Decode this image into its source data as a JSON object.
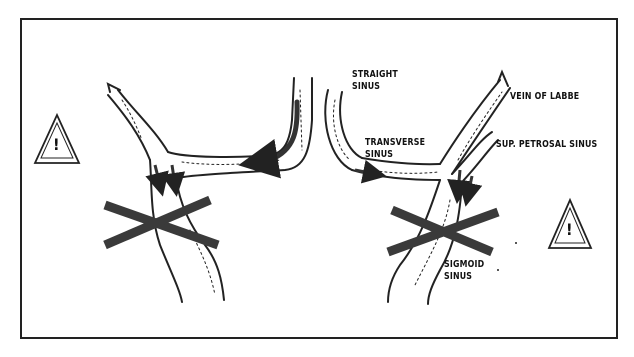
{
  "labels": {
    "straight_sinus_1": "STRAIGHT",
    "straight_sinus_2": "SINUS",
    "vein_of_labbe": "VEIN OF LABBE",
    "transverse_sinus_1": "TRANSVERSE",
    "transverse_sinus_2": "SINUS",
    "sup_petrosal_sinus": "SUP. PETROSAL SINUS",
    "sigmoid_sinus_1": "SIGMOID",
    "sigmoid_sinus_2": "SINUS",
    "warning_glyph": "!"
  },
  "icons": [
    "warning-triangle-icon",
    "cross-mark-icon",
    "flow-arrow-icon"
  ],
  "colors": {
    "ink": "#222222",
    "cross": "#3a3a3a",
    "frame": "#222222"
  }
}
